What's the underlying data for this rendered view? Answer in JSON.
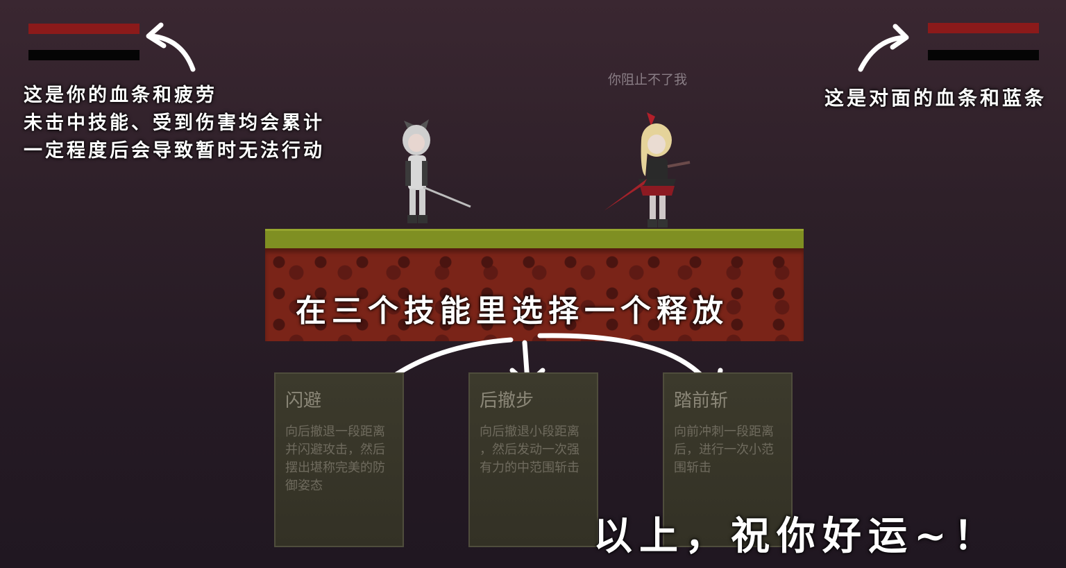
{
  "hud": {
    "player": {
      "hp_color": "#8b1a1a",
      "stamina_color": "#050505"
    },
    "enemy": {
      "hp_color": "#8b1a1a",
      "mana_color": "#050505"
    }
  },
  "annotations": {
    "left_lines": [
      "这是你的血条和疲劳",
      "未击中技能、受到伤害均会累计",
      "一定程度后会导致暂时无法行动"
    ],
    "right": "这是对面的血条和蓝条",
    "center": "在三个技能里选择一个释放",
    "bottom": "以上，祝你好运~！"
  },
  "enemy_speech": "你阻止不了我",
  "skills": [
    {
      "name": "闪避",
      "desc_lines": [
        "向后撤退一段距离",
        "并闪避攻击，然后",
        "摆出堪称完美的防",
        "御姿态"
      ]
    },
    {
      "name": "后撤步",
      "desc_lines": [
        "向后撤退小段距离",
        "，然后发动一次强",
        "有力的中范围斩击"
      ]
    },
    {
      "name": "踏前斩",
      "desc_lines": [
        "向前冲刺一段距离",
        "后，进行一次小范",
        "围斩击"
      ]
    }
  ]
}
